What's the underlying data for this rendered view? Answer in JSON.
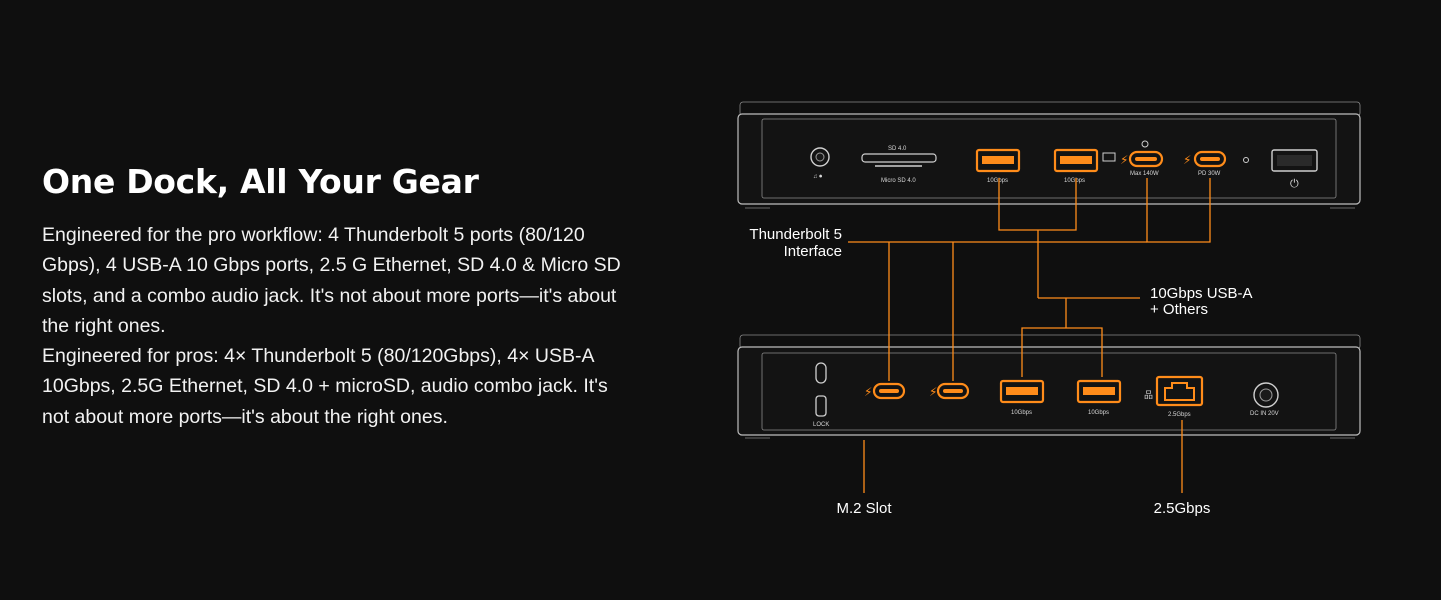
{
  "headline": "One Dock, All Your Gear",
  "paragraphs": [
    "Engineered for the pro workflow: 4 Thunderbolt 5 ports (80/120 Gbps), 4 USB-A 10 Gbps ports, 2.5 G Ethernet, SD 4.0 & Micro SD slots, and a combo audio jack. It's not about more ports—it's about the right ones.",
    "Engineered for pros: 4× Thunderbolt 5 (80/120Gbps), 4× USB-A 10Gbps, 2.5G Ethernet, SD 4.0 + microSD, audio combo jack. It's not about more ports—it's about the right ones."
  ],
  "callouts": {
    "thunderbolt_line1": "Thunderbolt 5",
    "thunderbolt_line2": "Interface",
    "usba_line1": "10Gbps USB-A",
    "usba_line2": "+ Others",
    "m2_slot": "M.2 Slot",
    "ethernet": "2.5Gbps"
  },
  "front_panel": {
    "sd_label": "SD 4.0",
    "microsd_label": "Micro SD 4.0",
    "usb_a_1": "10Gbps",
    "usb_a_2": "10Gbps",
    "tb_host": "Max 140W",
    "tb_pd": "PD 30W"
  },
  "rear_panel": {
    "lock_label": "LOCK",
    "usb_a_3": "10Gbps",
    "usb_a_4": "10Gbps",
    "ethernet_label": "2.5Gbps",
    "dc_label": "DC IN 20V"
  },
  "colors": {
    "accent": "#ff8c1a",
    "background": "#0f0f0f",
    "text": "#ffffff"
  }
}
